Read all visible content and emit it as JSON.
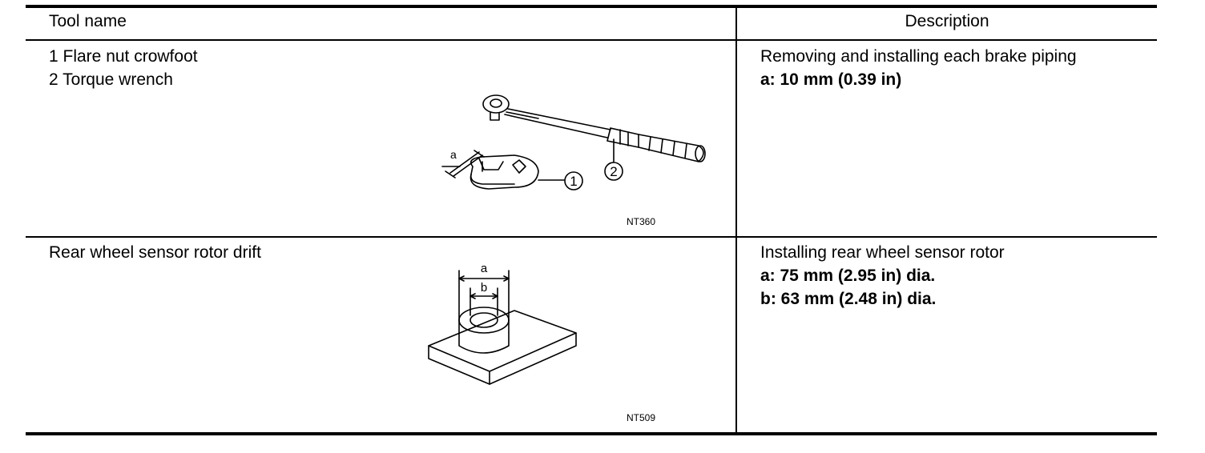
{
  "table": {
    "headers": {
      "tool_name": "Tool name",
      "description": "Description"
    },
    "rows": [
      {
        "tool_lines": [
          "1 Flare nut crowfoot",
          "2 Torque wrench"
        ],
        "figure_code": "NT360",
        "figure_labels": {
          "a": "a",
          "callout_1": "1",
          "callout_2": "2"
        },
        "description_lines": [
          "Removing and installing each brake piping"
        ],
        "spec_lines": [
          "a: 10 mm (0.39 in)"
        ]
      },
      {
        "tool_lines": [
          "Rear wheel sensor rotor drift"
        ],
        "figure_code": "NT509",
        "figure_labels": {
          "a": "a",
          "b": "b"
        },
        "description_lines": [
          "Installing rear wheel sensor rotor"
        ],
        "spec_lines": [
          "a: 75 mm (2.95 in) dia.",
          "b: 63 mm (2.48 in) dia."
        ]
      }
    ]
  }
}
